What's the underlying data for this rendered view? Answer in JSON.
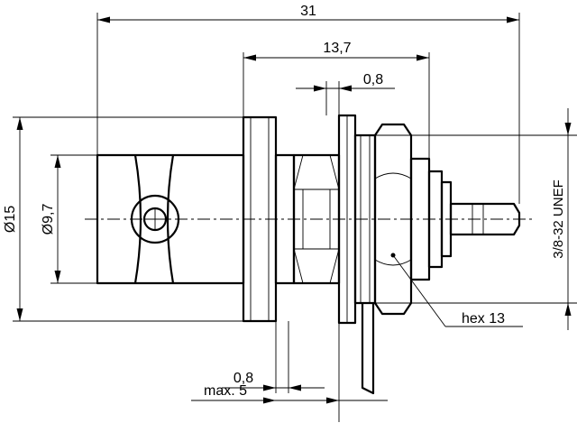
{
  "drawing": {
    "dimensions": {
      "overall_length": "31",
      "rear_length": "13,7",
      "washer_thickness": "0,8",
      "outer_diameter": "Ø15",
      "inner_diameter": "Ø9,7",
      "thread": "3/8-32 UNEF",
      "hex_size": "hex 13",
      "flange_thickness": "0,8",
      "max_panel": "max. 5"
    }
  }
}
